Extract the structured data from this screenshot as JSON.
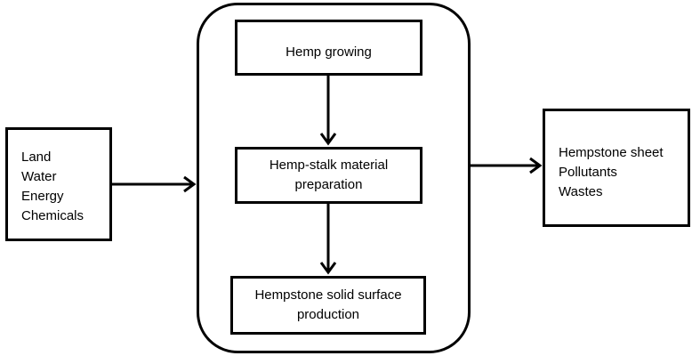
{
  "process": {
    "step1": "Hemp growing",
    "step2_line1": "Hemp-stalk material",
    "step2_line2": "preparation",
    "step3_line1": "Hempstone solid surface",
    "step3_line2": "production"
  },
  "inputs": [
    "Land",
    "Water",
    "Energy",
    "Chemicals"
  ],
  "outputs": [
    "Hempstone sheet",
    "Pollutants",
    "Wastes"
  ],
  "colors": {
    "stroke": "#000000",
    "background": "#ffffff"
  }
}
